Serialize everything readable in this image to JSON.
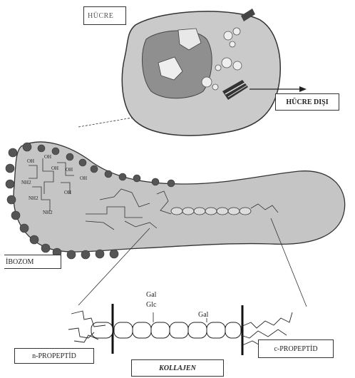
{
  "labels": {
    "hucre": "HÜCRE",
    "hucre_disi": "HÜCRE DIŞI",
    "ribozom": "İBOZOM",
    "n_propeptid": "n-PROPEPTİD",
    "kollajen": "KOLLAJEN",
    "c_propeptid": "c-PROPEPTİD"
  },
  "ribosome_chain_labels": [
    "OH",
    "OH",
    "OH",
    "OH",
    "OH",
    "OH",
    "NH2",
    "NH2",
    "NH2"
  ],
  "collagen_sugar_labels": {
    "gal_left": "Gal",
    "glc_left": "Glc",
    "gal_right": "Gal"
  },
  "colors": {
    "cell_fill": "#c9c9c9",
    "nucleus_fill": "#8f8f8f",
    "ribosome_dot": "#555555",
    "line": "#222222"
  }
}
